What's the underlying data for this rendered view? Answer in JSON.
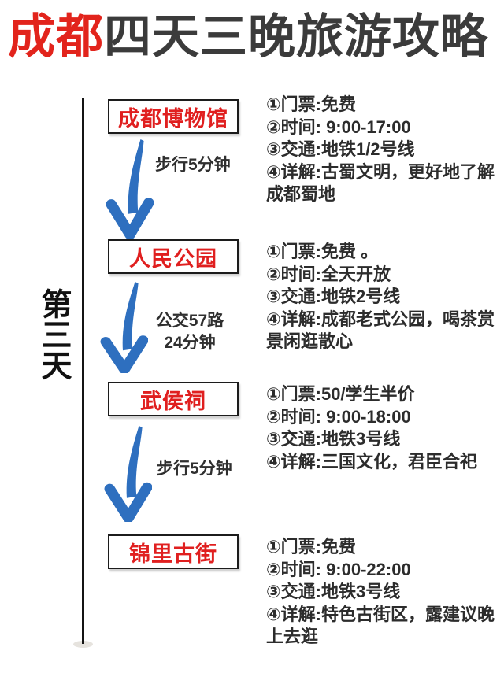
{
  "title": {
    "highlight": "成都",
    "rest": "四天三晚旅游攻略"
  },
  "day_label": "第三天",
  "stops": [
    {
      "name": "成都博物馆",
      "details": [
        "①门票:免费",
        "②时间: 9:00-17:00",
        "③交通:地铁1/2号线",
        "④详解:古蜀文明，更好地了解成都蜀地"
      ]
    },
    {
      "name": "人民公园",
      "details": [
        "①门票:免费 。",
        "②时间:全天开放",
        "③交通:地铁2号线",
        "④详解:成都老式公园，喝茶赏景闲逛散心"
      ]
    },
    {
      "name": "武侯祠",
      "details": [
        "①门票:50/学生半价",
        "②时间: 9:00-18:00",
        "③交通:地铁3号线",
        "④详解:三国文化，君臣合祀"
      ]
    },
    {
      "name": "锦里古街",
      "details": [
        "①门票:免费",
        "②时间: 9:00-22:00",
        "③交通:地铁3号线",
        "④详解:特色古街区，露建议晚上去逛"
      ]
    }
  ],
  "transfers": [
    {
      "lines": [
        "步行5分钟",
        ""
      ]
    },
    {
      "lines": [
        "公交57路",
        "24分钟"
      ]
    },
    {
      "lines": [
        "步行5分钟",
        ""
      ]
    }
  ],
  "colors": {
    "accent_red": "#e2241c",
    "arrow_blue": "#2e6fbf",
    "text_dark": "#3b3b3b"
  }
}
